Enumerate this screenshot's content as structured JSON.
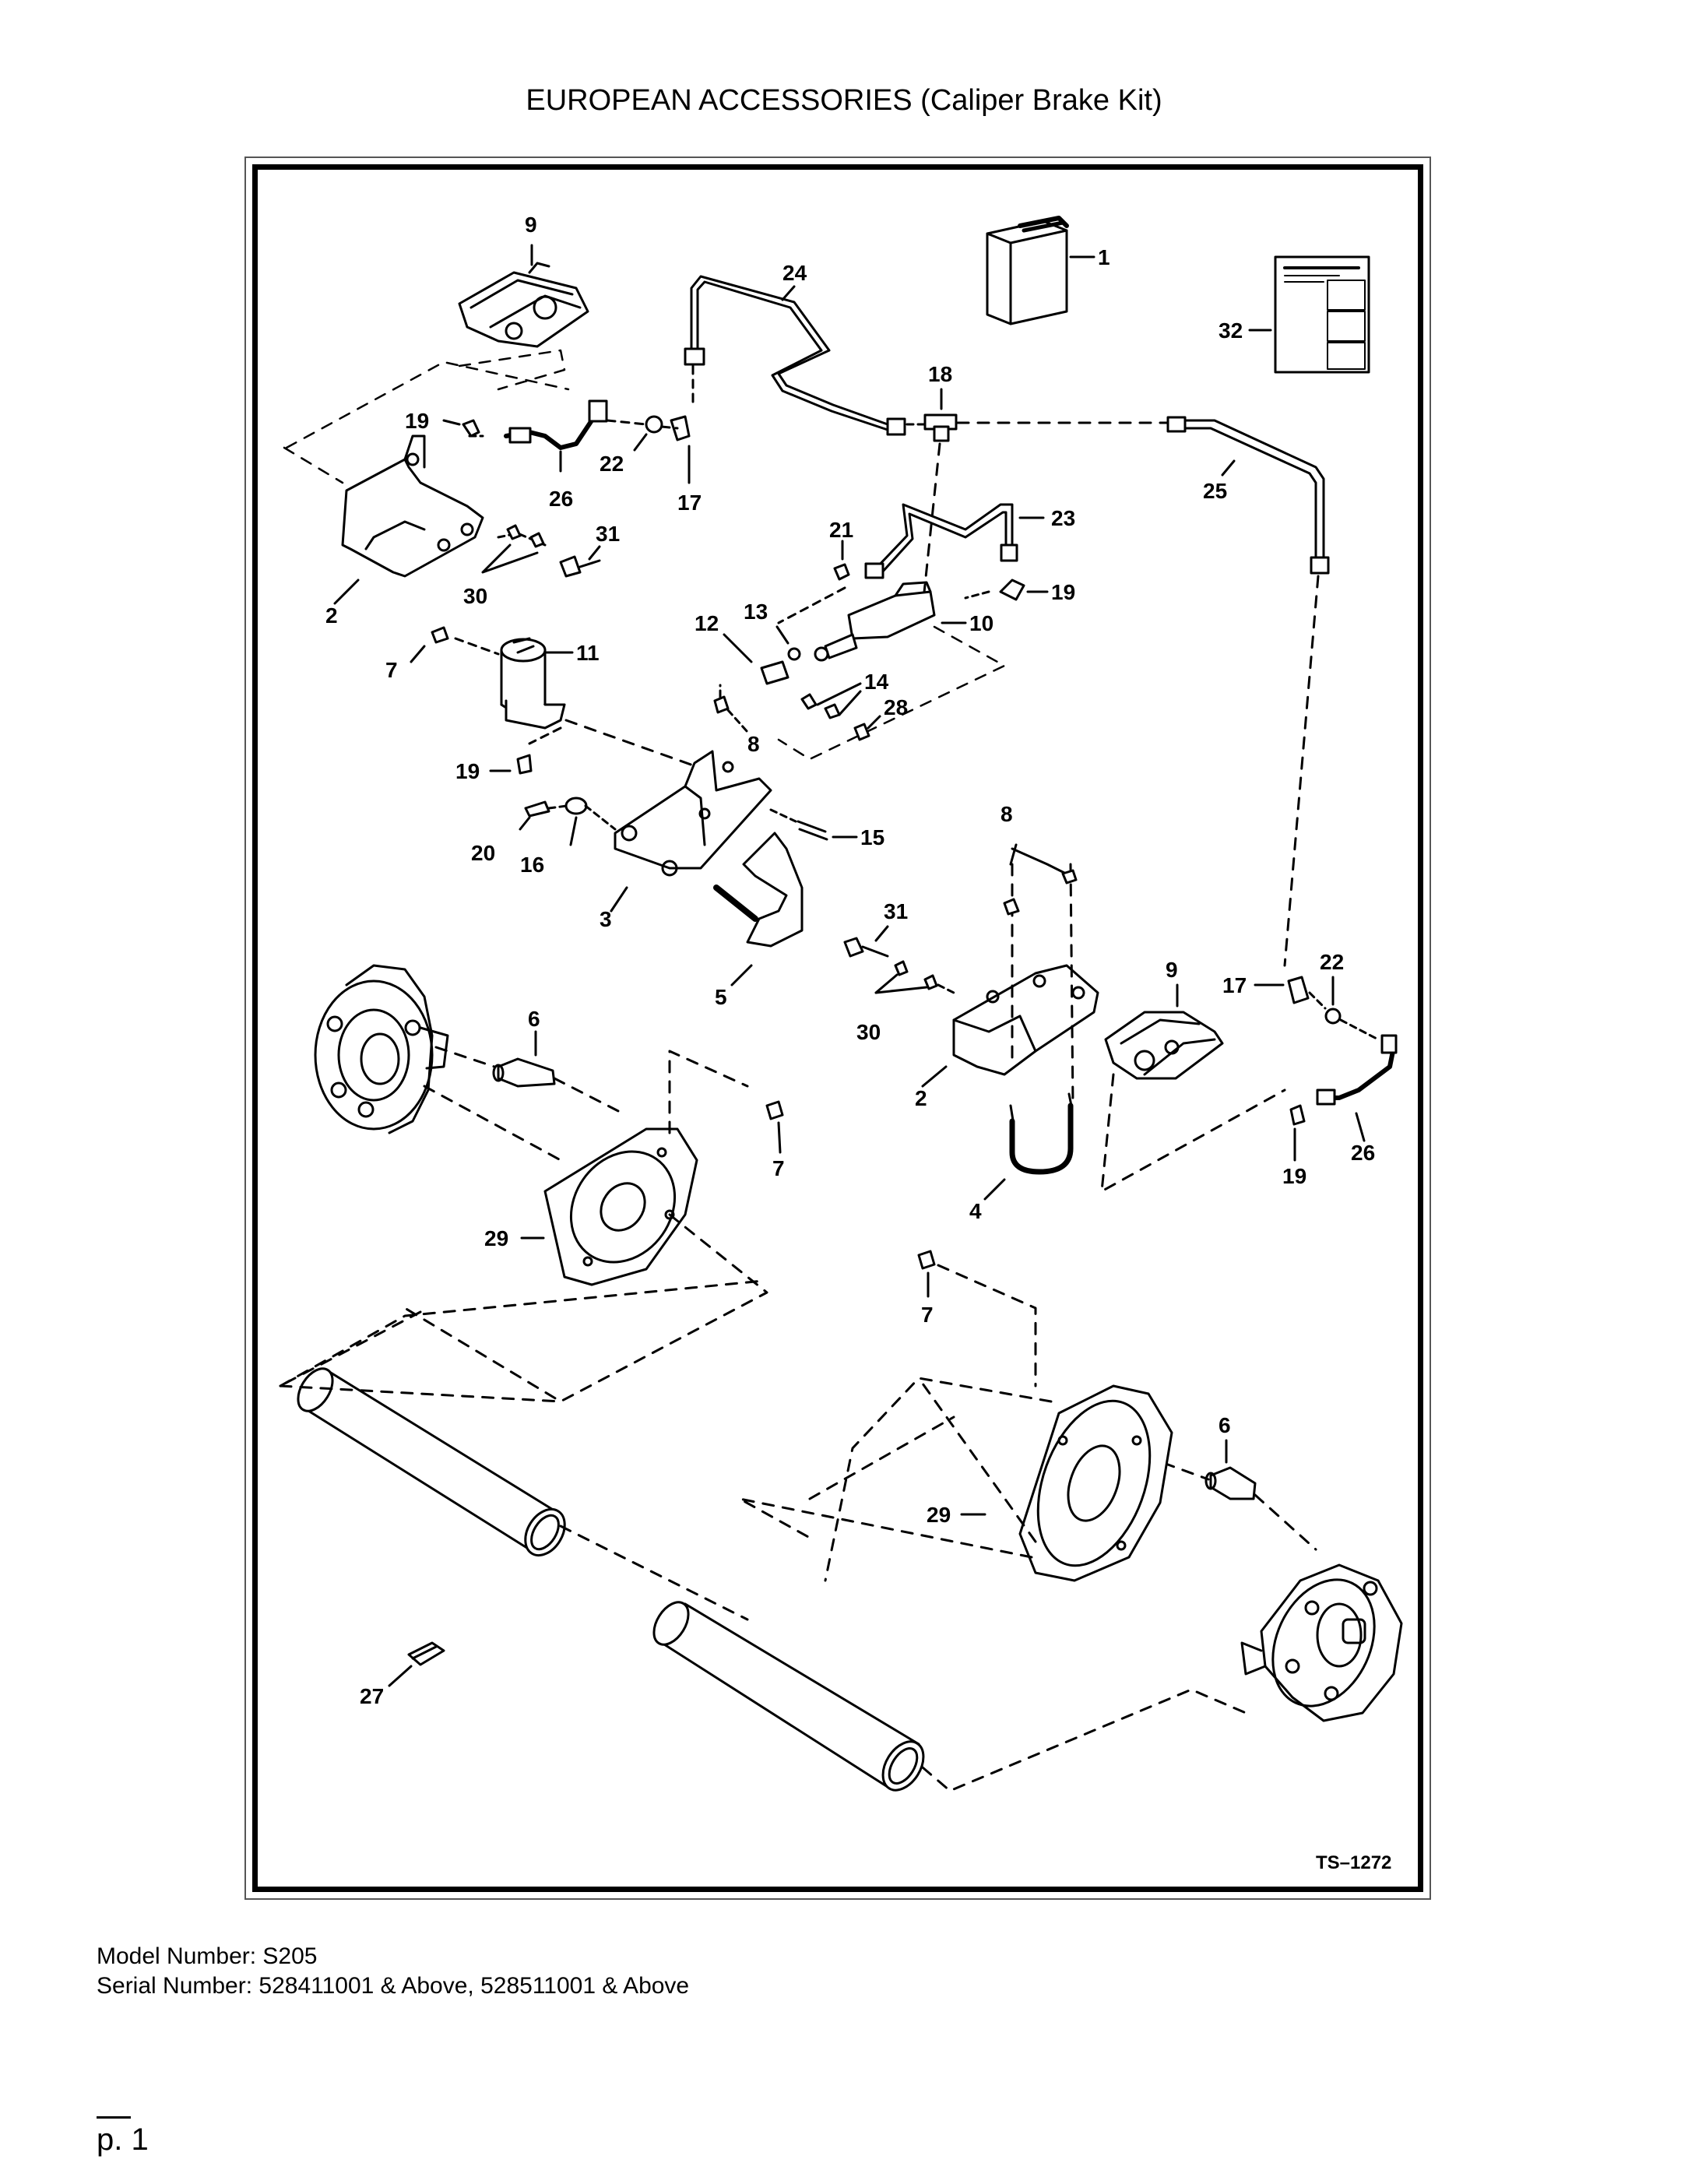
{
  "document": {
    "title": "EUROPEAN ACCESSORIES (Caliper Brake Kit)",
    "figure_id": "TS–1272",
    "model_line": "Model Number: S205",
    "serial_line": "Serial Number: 528411001 & Above, 528511001 & Above",
    "page_marker": "—",
    "page_number": "p. 1"
  },
  "callouts": {
    "c1": "1",
    "c2a": "2",
    "c2b": "2",
    "c3": "3",
    "c4": "4",
    "c5": "5",
    "c6a": "6",
    "c6b": "6",
    "c7a": "7",
    "c7b": "7",
    "c7c": "7",
    "c8a": "8",
    "c8b": "8",
    "c9a": "9",
    "c9b": "9",
    "c10": "10",
    "c11": "11",
    "c12": "12",
    "c13": "13",
    "c14": "14",
    "c15": "15",
    "c16": "16",
    "c17a": "17",
    "c17b": "17",
    "c18": "18",
    "c19a": "19",
    "c19b": "19",
    "c19c": "19",
    "c19d": "19",
    "c20": "20",
    "c21": "21",
    "c22a": "22",
    "c22b": "22",
    "c23": "23",
    "c24": "24",
    "c25": "25",
    "c26a": "26",
    "c26b": "26",
    "c27": "27",
    "c28": "28",
    "c29a": "29",
    "c29b": "29",
    "c30a": "30",
    "c30b": "30",
    "c31a": "31",
    "c31b": "31",
    "c32": "32"
  }
}
